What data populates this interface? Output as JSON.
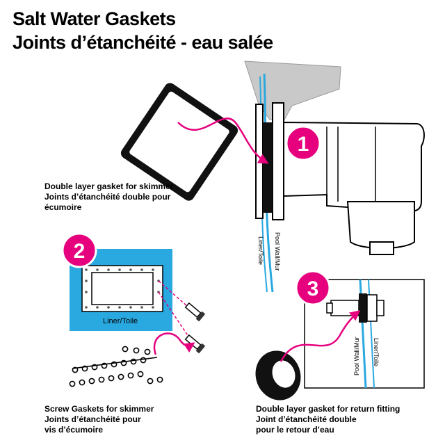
{
  "title": {
    "line1": "Salt Water Gaskets",
    "line2": "Joints d’étanchéité - eau salée"
  },
  "accent_color": "#e6007e",
  "water_color": "#2aa8e0",
  "callouts": [
    {
      "number": "1",
      "caption": [
        "Double layer gasket for skimmer",
        "Joints d’étanchéité double pour",
        "écumoire"
      ]
    },
    {
      "number": "2",
      "caption": [
        "Screw Gaskets for skimmer",
        "Joints d’étanchéité pour",
        "vis d’écumoire"
      ],
      "panel_label": "Liner/Toile"
    },
    {
      "number": "3",
      "caption": [
        "Double layer gasket for return fitting",
        "Joint d’étanchéité double",
        "pour le retour d’eau"
      ]
    }
  ],
  "wall_labels": {
    "liner": "Liner/Toile",
    "pool_wall": "Pool Wall/Mur"
  }
}
